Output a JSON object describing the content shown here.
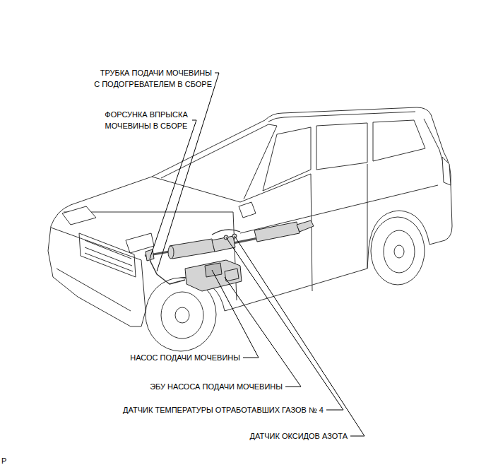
{
  "diagram": {
    "labels": [
      "ТРУБКА ПОДАЧИ МОЧЕВИНЫ С ПОДОГРЕВАТЕЛЕМ В СБОРЕ",
      "ФОРСУНКА ВПРЫСКА МОЧЕВИНЫ В СБОРЕ",
      "НАСОС ПОДАЧИ МОЧЕВИНЫ",
      "ЭБУ НАСОСА ПОДАЧИ МОЧЕВИНЫ",
      "ДАТЧИК ТЕМПЕРАТУРЫ ОТРАБОТАВШИХ ГАЗОВ № 4",
      "ДАТЧИК ОКСИДОВ АЗОТА",
      "P"
    ]
  }
}
